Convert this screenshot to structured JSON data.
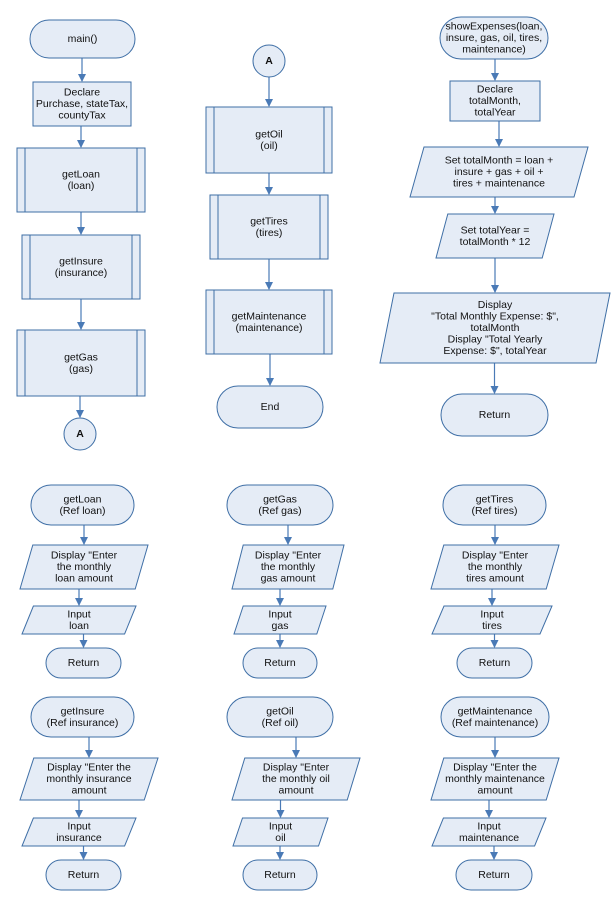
{
  "nodes": [
    {
      "id": "main_start",
      "shape": "terminal",
      "lines": [
        "main()"
      ]
    },
    {
      "id": "main_declare",
      "shape": "process",
      "lines": [
        "Declare",
        "Purchase, stateTax,",
        "countyTax"
      ]
    },
    {
      "id": "main_getloan",
      "shape": "predefined",
      "lines": [
        "getLoan",
        "(loan)"
      ]
    },
    {
      "id": "main_getinsure",
      "shape": "predefined",
      "lines": [
        "getInsure",
        "(insurance)"
      ]
    },
    {
      "id": "main_getgas",
      "shape": "predefined",
      "lines": [
        "getGas",
        "(gas)"
      ]
    },
    {
      "id": "conn_a1",
      "shape": "connector",
      "lines": [
        "A"
      ]
    },
    {
      "id": "conn_a2",
      "shape": "connector",
      "lines": [
        "A"
      ]
    },
    {
      "id": "main_getoil",
      "shape": "predefined",
      "lines": [
        "getOil",
        "(oil)"
      ]
    },
    {
      "id": "main_gettires",
      "shape": "predefined",
      "lines": [
        "getTires",
        "(tires)"
      ]
    },
    {
      "id": "main_getmaint",
      "shape": "predefined",
      "lines": [
        "getMaintenance",
        "(maintenance)"
      ]
    },
    {
      "id": "main_end",
      "shape": "terminal",
      "lines": [
        "End"
      ]
    },
    {
      "id": "show_start",
      "shape": "terminal",
      "lines": [
        "showExpenses(loan,",
        "insure, gas, oil, tires,",
        "maintenance)"
      ]
    },
    {
      "id": "show_declare",
      "shape": "process",
      "lines": [
        "Declare",
        "totalMonth,",
        "totalYear"
      ]
    },
    {
      "id": "show_setmonth",
      "shape": "io",
      "lines": [
        "Set totalMonth = loan +",
        "insure + gas + oil +",
        "tires + maintenance"
      ]
    },
    {
      "id": "show_setyear",
      "shape": "io",
      "lines": [
        "Set totalYear =",
        "totalMonth * 12"
      ]
    },
    {
      "id": "show_display",
      "shape": "io",
      "lines": [
        "Display",
        "\"Total Monthly Expense: $\",",
        "totalMonth",
        "Display \"Total Yearly",
        "Expense: $\", totalYear"
      ]
    },
    {
      "id": "show_return",
      "shape": "terminal",
      "lines": [
        "Return"
      ]
    },
    {
      "id": "loan_start",
      "shape": "terminal",
      "lines": [
        "getLoan",
        "(Ref loan)"
      ]
    },
    {
      "id": "loan_display",
      "shape": "io",
      "lines": [
        "Display \"Enter",
        "the monthly",
        "loan amount"
      ]
    },
    {
      "id": "loan_input",
      "shape": "io",
      "lines": [
        "Input",
        "loan"
      ]
    },
    {
      "id": "loan_return",
      "shape": "terminal",
      "lines": [
        "Return"
      ]
    },
    {
      "id": "gas_start",
      "shape": "terminal",
      "lines": [
        "getGas",
        "(Ref gas)"
      ]
    },
    {
      "id": "gas_display",
      "shape": "io",
      "lines": [
        "Display \"Enter",
        "the monthly",
        "gas amount"
      ]
    },
    {
      "id": "gas_input",
      "shape": "io",
      "lines": [
        "Input",
        "gas"
      ]
    },
    {
      "id": "gas_return",
      "shape": "terminal",
      "lines": [
        "Return"
      ]
    },
    {
      "id": "tires_start",
      "shape": "terminal",
      "lines": [
        "getTires",
        "(Ref tires)"
      ]
    },
    {
      "id": "tires_display",
      "shape": "io",
      "lines": [
        "Display \"Enter",
        "the monthly",
        "tires amount"
      ]
    },
    {
      "id": "tires_input",
      "shape": "io",
      "lines": [
        "Input",
        "tires"
      ]
    },
    {
      "id": "tires_return",
      "shape": "terminal",
      "lines": [
        "Return"
      ]
    },
    {
      "id": "insure_start",
      "shape": "terminal",
      "lines": [
        "getInsure",
        "(Ref insurance)"
      ]
    },
    {
      "id": "insure_display",
      "shape": "io",
      "lines": [
        "Display \"Enter the",
        "monthly insurance",
        "amount"
      ]
    },
    {
      "id": "insure_input",
      "shape": "io",
      "lines": [
        "Input",
        "insurance"
      ]
    },
    {
      "id": "insure_return",
      "shape": "terminal",
      "lines": [
        "Return"
      ]
    },
    {
      "id": "oil_start",
      "shape": "terminal",
      "lines": [
        "getOil",
        "(Ref oil)"
      ]
    },
    {
      "id": "oil_display",
      "shape": "io",
      "lines": [
        "Display \"Enter",
        "the monthly oil",
        "amount"
      ]
    },
    {
      "id": "oil_input",
      "shape": "io",
      "lines": [
        "Input",
        "oil"
      ]
    },
    {
      "id": "oil_return",
      "shape": "terminal",
      "lines": [
        "Return"
      ]
    },
    {
      "id": "maint_start",
      "shape": "terminal",
      "lines": [
        "getMaintenance",
        "(Ref maintenance)"
      ]
    },
    {
      "id": "maint_display",
      "shape": "io",
      "lines": [
        "Display \"Enter the",
        "monthly maintenance",
        "amount"
      ]
    },
    {
      "id": "maint_input",
      "shape": "io",
      "lines": [
        "Input",
        "maintenance"
      ]
    },
    {
      "id": "maint_return",
      "shape": "terminal",
      "lines": [
        "Return"
      ]
    }
  ],
  "edges": [
    [
      "main_start",
      "main_declare"
    ],
    [
      "main_declare",
      "main_getloan"
    ],
    [
      "main_getloan",
      "main_getinsure"
    ],
    [
      "main_getinsure",
      "main_getgas"
    ],
    [
      "main_getgas",
      "conn_a1"
    ],
    [
      "conn_a2",
      "main_getoil"
    ],
    [
      "main_getoil",
      "main_gettires"
    ],
    [
      "main_gettires",
      "main_getmaint"
    ],
    [
      "main_getmaint",
      "main_end"
    ],
    [
      "show_start",
      "show_declare"
    ],
    [
      "show_declare",
      "show_setmonth"
    ],
    [
      "show_setmonth",
      "show_setyear"
    ],
    [
      "show_setyear",
      "show_display"
    ],
    [
      "show_display",
      "show_return"
    ],
    [
      "loan_start",
      "loan_display"
    ],
    [
      "loan_display",
      "loan_input"
    ],
    [
      "loan_input",
      "loan_return"
    ],
    [
      "gas_start",
      "gas_display"
    ],
    [
      "gas_display",
      "gas_input"
    ],
    [
      "gas_input",
      "gas_return"
    ],
    [
      "tires_start",
      "tires_display"
    ],
    [
      "tires_display",
      "tires_input"
    ],
    [
      "tires_input",
      "tires_return"
    ],
    [
      "insure_start",
      "insure_display"
    ],
    [
      "insure_display",
      "insure_input"
    ],
    [
      "insure_input",
      "insure_return"
    ],
    [
      "oil_start",
      "oil_display"
    ],
    [
      "oil_display",
      "oil_input"
    ],
    [
      "oil_input",
      "oil_return"
    ],
    [
      "maint_start",
      "maint_display"
    ],
    [
      "maint_display",
      "maint_input"
    ],
    [
      "maint_input",
      "maint_return"
    ]
  ]
}
